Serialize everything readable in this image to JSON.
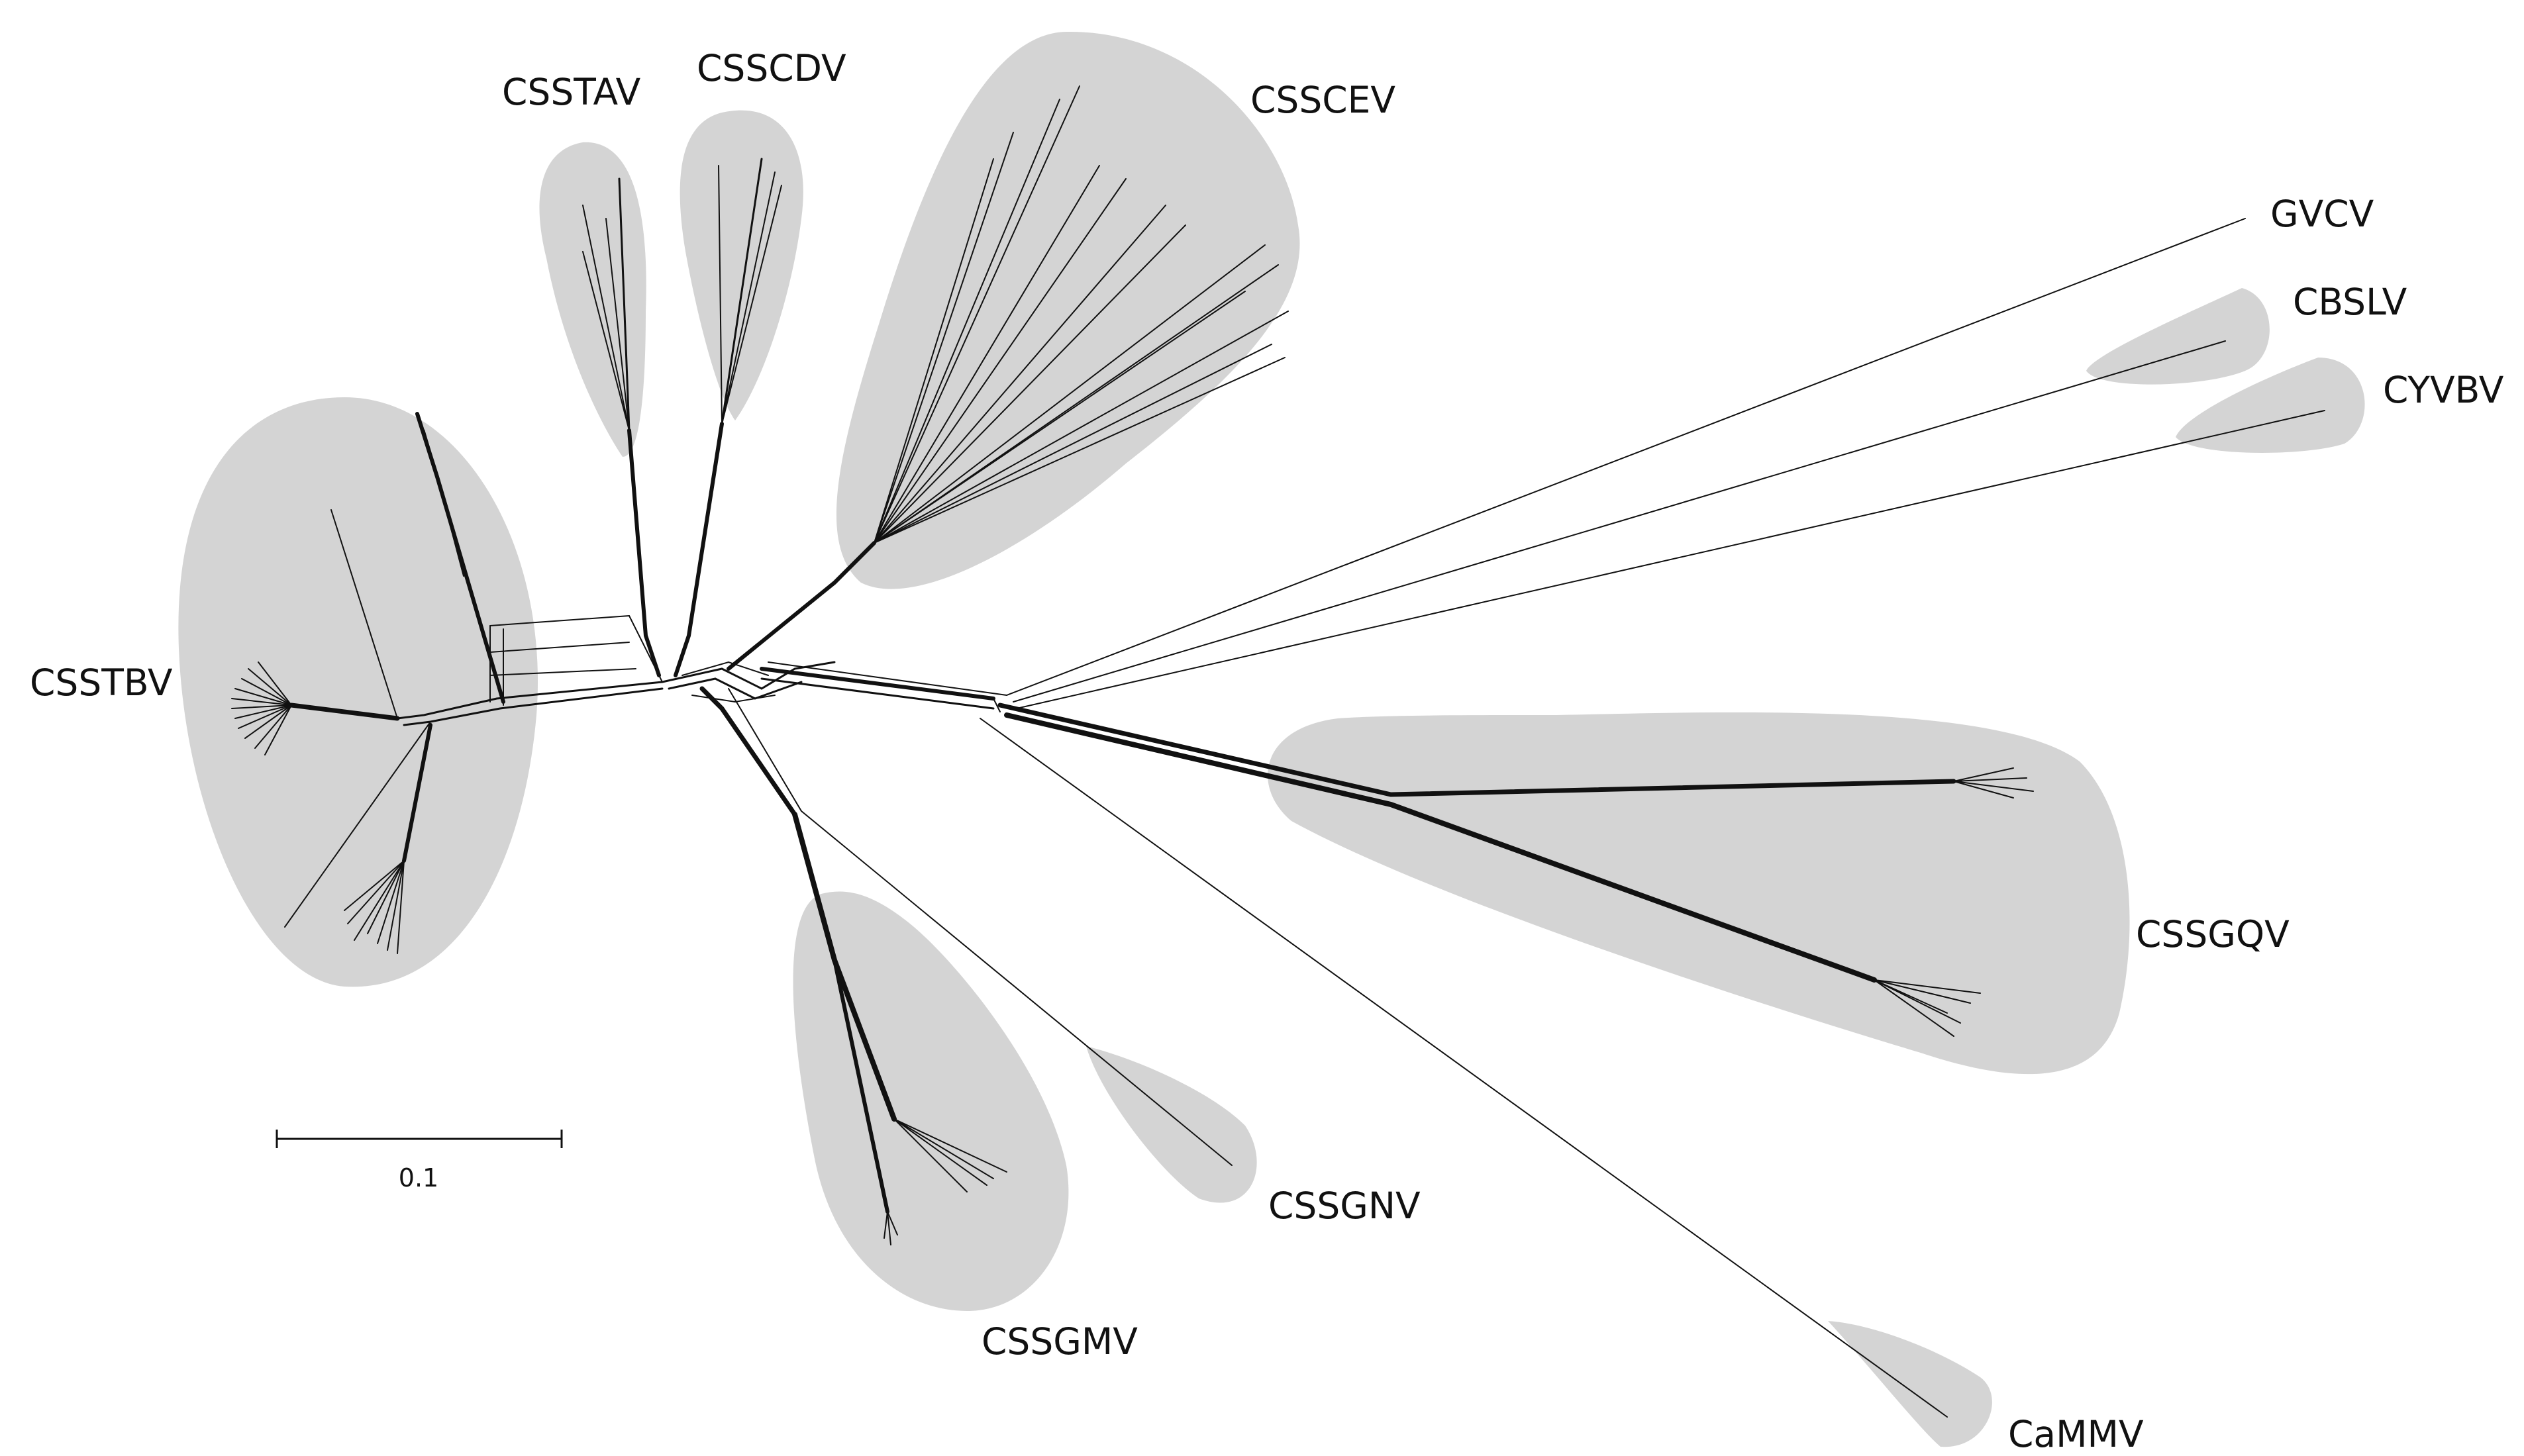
{
  "diagram": {
    "type": "phylogenetic-network",
    "scale_bar": {
      "label": "0.1"
    },
    "clades": [
      {
        "id": "cssstbv",
        "label": "CSSTBV",
        "highlighted": true
      },
      {
        "id": "csstav",
        "label": "CSSTAV",
        "highlighted": true
      },
      {
        "id": "csscdv",
        "label": "CSSCDV",
        "highlighted": true
      },
      {
        "id": "csscev",
        "label": "CSSCEV",
        "highlighted": true
      },
      {
        "id": "gvcv",
        "label": "GVCV",
        "highlighted": false
      },
      {
        "id": "cbslv",
        "label": "CBSLV",
        "highlighted": true
      },
      {
        "id": "cyvbv",
        "label": "CYVBV",
        "highlighted": true
      },
      {
        "id": "cssgqv",
        "label": "CSSGQV",
        "highlighted": true
      },
      {
        "id": "cssgnv",
        "label": "CSSGNV",
        "highlighted": true
      },
      {
        "id": "cssgmv",
        "label": "CSSGMV",
        "highlighted": true
      },
      {
        "id": "cammv",
        "label": "CaMMV",
        "highlighted": true
      }
    ],
    "colors": {
      "highlight": "#d4d4d4",
      "branch": "#111111"
    }
  }
}
